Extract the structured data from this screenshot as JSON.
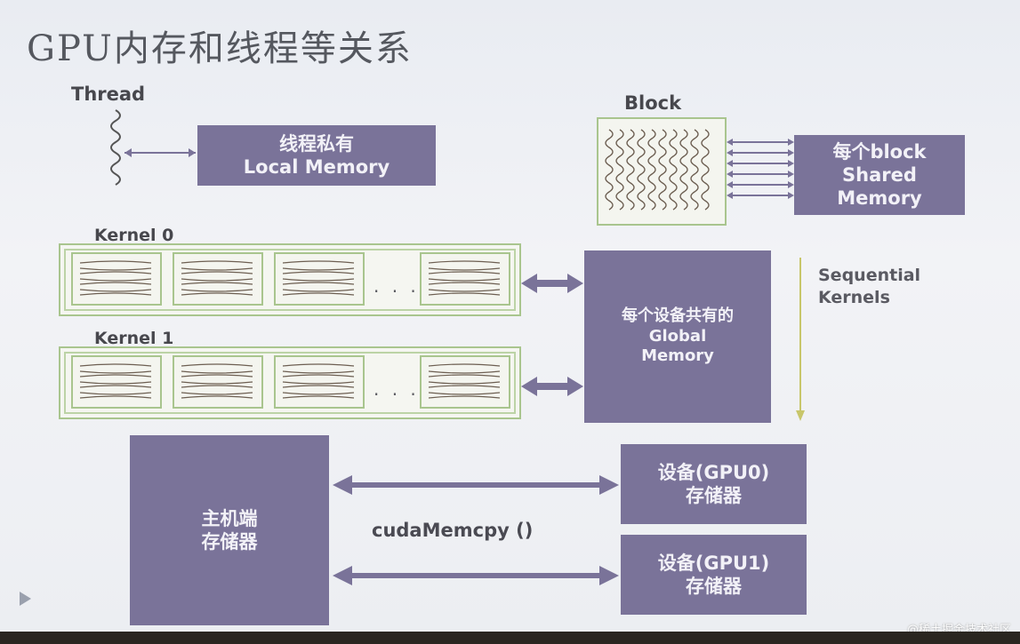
{
  "title": "GPU内存和线程等关系",
  "thread": {
    "label": "Thread"
  },
  "local_memory": {
    "line1": "线程私有",
    "line2": "Local Memory"
  },
  "block": {
    "label": "Block"
  },
  "shared_memory": {
    "line1": "每个block",
    "line2": "Shared",
    "line3": "Memory"
  },
  "kernels": [
    {
      "label": "Kernel 0",
      "ellipsis": "· · ·"
    },
    {
      "label": "Kernel 1",
      "ellipsis": "· · ·"
    }
  ],
  "global_memory": {
    "line1": "每个设备共有的",
    "line2": "Global",
    "line3": "Memory"
  },
  "sequential": {
    "line1": "Sequential",
    "line2": "Kernels"
  },
  "host_memory": {
    "line1": "主机端",
    "line2": "存储器"
  },
  "memcpy": {
    "label": "cudaMemcpy ()"
  },
  "devices": [
    {
      "line1": "设备(GPU0)",
      "line2": "存储器"
    },
    {
      "line1": "设备(GPU1)",
      "line2": "存储器"
    }
  ],
  "watermark": "@稀土掘金技术社区",
  "colors": {
    "box": "#7a7399",
    "block_border": "#a9c58e",
    "arrow": "#7a7399",
    "seq_line": "#c8c66a"
  }
}
